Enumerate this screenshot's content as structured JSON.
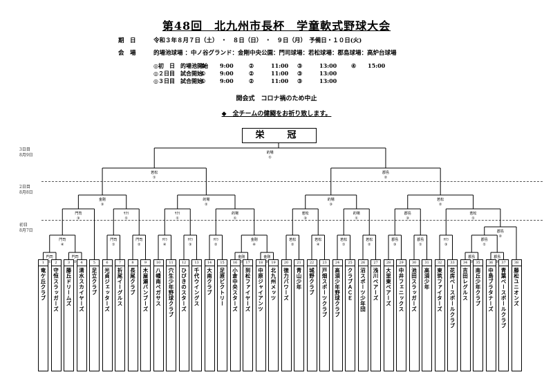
{
  "header": {
    "title": "第48回　北九州市長杯　学童軟式野球大会",
    "dates_label": "期　日",
    "dates_value": "令和３年８月７日（土）　・　８日（日）　・　９日（月）　予備日・１０日(火)",
    "venue_label": "会　場",
    "venue_value": "的場池球場 ：中ノ谷グランド：金剛中央公園：門司球場：若松球場：郡島球場：高炉台球場",
    "schedule": [
      {
        "label": "◎初　日　的場池開始",
        "c1": "①",
        "t1": "9:00",
        "c2": "②",
        "t2": "11:00",
        "c3": "③",
        "t3": "13:00",
        "c4": "④",
        "t4": "15:00"
      },
      {
        "label": "◎２日目　試合開始",
        "c1": "①",
        "t1": "9:00",
        "c2": "②",
        "t2": "11:00",
        "c3": "③",
        "t3": "13:00",
        "c4": "",
        "t4": ""
      },
      {
        "label": "◎３日目　試合開始",
        "c1": "①",
        "t1": "9:00",
        "c2": "②",
        "t2": "11:00",
        "c3": "③",
        "t3": "13:00",
        "c4": "",
        "t4": ""
      }
    ],
    "ceremony": "開会式　コロナ禍のため中止",
    "notice": "◆　全チームの健闘をお祈り致します。"
  },
  "bracket": {
    "champion_label": "栄　冠",
    "day_labels": [
      {
        "day": "3日目",
        "date": "8月9日"
      },
      {
        "day": "2日目",
        "date": "8月8日"
      },
      {
        "day": "初日",
        "date": "8月7日"
      }
    ],
    "teams": [
      {
        "no": "1",
        "name": "竜ケ丘クラブ"
      },
      {
        "no": "2",
        "name": "守恒スラッガーズ"
      },
      {
        "no": "3",
        "name": "藤丘ドリームズ"
      },
      {
        "no": "4",
        "name": "清水スカイヤーズ"
      },
      {
        "no": "5",
        "name": "足立クラブ"
      },
      {
        "no": "6",
        "name": "光貞ジェッターズ"
      },
      {
        "no": "7",
        "name": "折尾イーグルス"
      },
      {
        "no": "8",
        "name": "長尾クラブ"
      },
      {
        "no": "9",
        "name": "木屋瀬バンブーズ"
      },
      {
        "no": "10",
        "name": "八幡南ペガサス"
      },
      {
        "no": "11",
        "name": "穴生少年野球クラブ"
      },
      {
        "no": "12",
        "name": "ひびきのスターズ"
      },
      {
        "no": "13",
        "name": "千代ウイングス"
      },
      {
        "no": "14",
        "name": "大南クラブ"
      },
      {
        "no": "15",
        "name": "足原ビクトリー"
      },
      {
        "no": "16",
        "name": "小倉中央スターズ"
      },
      {
        "no": "17",
        "name": "到松ファイヤーズ"
      },
      {
        "no": "18",
        "name": "中原ジャイアンツ"
      },
      {
        "no": "19",
        "name": "北九州メッツ"
      },
      {
        "no": "20",
        "name": "徳力パワーズ"
      },
      {
        "no": "21",
        "name": "青山少年"
      },
      {
        "no": "22",
        "name": "城野クラブ"
      },
      {
        "no": "23",
        "name": "戸畑スポーツクラブ"
      },
      {
        "no": "24",
        "name": "高須少年野球クラブ"
      },
      {
        "no": "25",
        "name": "クラブＡＣＥ"
      },
      {
        "no": "26",
        "name": "沼スポーツ少年団"
      },
      {
        "no": "27",
        "name": "浅川ベアーズ"
      },
      {
        "no": "28",
        "name": "大里東ベアーズ"
      },
      {
        "no": "29",
        "name": "中井フェニックス"
      },
      {
        "no": "30",
        "name": "池田スラッガーズ"
      },
      {
        "no": "31",
        "name": "高須少年"
      },
      {
        "no": "32",
        "name": "東筑ファイターズ"
      },
      {
        "no": "33",
        "name": "花房ベースボールクラブ"
      },
      {
        "no": "34",
        "name": "吉田レグルス"
      },
      {
        "no": "35",
        "name": "南丘少年クラブ"
      },
      {
        "no": "36",
        "name": "中島ブラタナーズ"
      },
      {
        "no": "37",
        "name": "青葉ベースボールクラブ"
      },
      {
        "no": "38",
        "name": "藤松ユニオンズ"
      }
    ],
    "games": [
      {
        "v": "門司",
        "n": "①"
      },
      {
        "v": "門司",
        "n": "②"
      },
      {
        "v": "門司",
        "n": "④"
      },
      {
        "v": "門司",
        "n": "③"
      },
      {
        "v": "門司",
        "n": "①"
      },
      {
        "v": "門司",
        "n": "②"
      },
      {
        "v": "ｻｸﾗ",
        "n": "①"
      },
      {
        "v": "金剛",
        "n": "③"
      },
      {
        "v": "ｻｸﾗ",
        "n": "④"
      },
      {
        "v": "ｻｸﾗ",
        "n": "③"
      },
      {
        "v": "ｻｸﾗ",
        "n": "①"
      },
      {
        "v": "ｻｸﾗ",
        "n": "②"
      },
      {
        "v": "金剛",
        "n": "①"
      },
      {
        "v": "金剛",
        "n": "②"
      },
      {
        "v": "金剛",
        "n": "④"
      },
      {
        "v": "的場",
        "n": "①"
      },
      {
        "v": "的場",
        "n": "②"
      },
      {
        "v": "若松",
        "n": "①"
      },
      {
        "v": "若松",
        "n": "②"
      },
      {
        "v": "若松",
        "n": "④"
      },
      {
        "v": "若松",
        "n": "③"
      },
      {
        "v": "若松",
        "n": "①"
      },
      {
        "v": "若松",
        "n": "②"
      },
      {
        "v": "的場",
        "n": "①"
      },
      {
        "v": "的場",
        "n": "③"
      },
      {
        "v": "郡島",
        "n": "③"
      },
      {
        "v": "郡島",
        "n": "①"
      },
      {
        "v": "郡島",
        "n": "③"
      },
      {
        "v": "ｻｸﾗ",
        "n": "③"
      },
      {
        "v": "郡島",
        "n": "①"
      },
      {
        "v": "郡島",
        "n": "②"
      },
      {
        "v": "郡島",
        "n": "①"
      },
      {
        "v": "郡島",
        "n": "②"
      },
      {
        "v": "若松",
        "n": "①"
      },
      {
        "v": "若松",
        "n": "②"
      },
      {
        "v": "郡島",
        "n": "②"
      },
      {
        "v": "的場",
        "n": "①"
      }
    ]
  }
}
